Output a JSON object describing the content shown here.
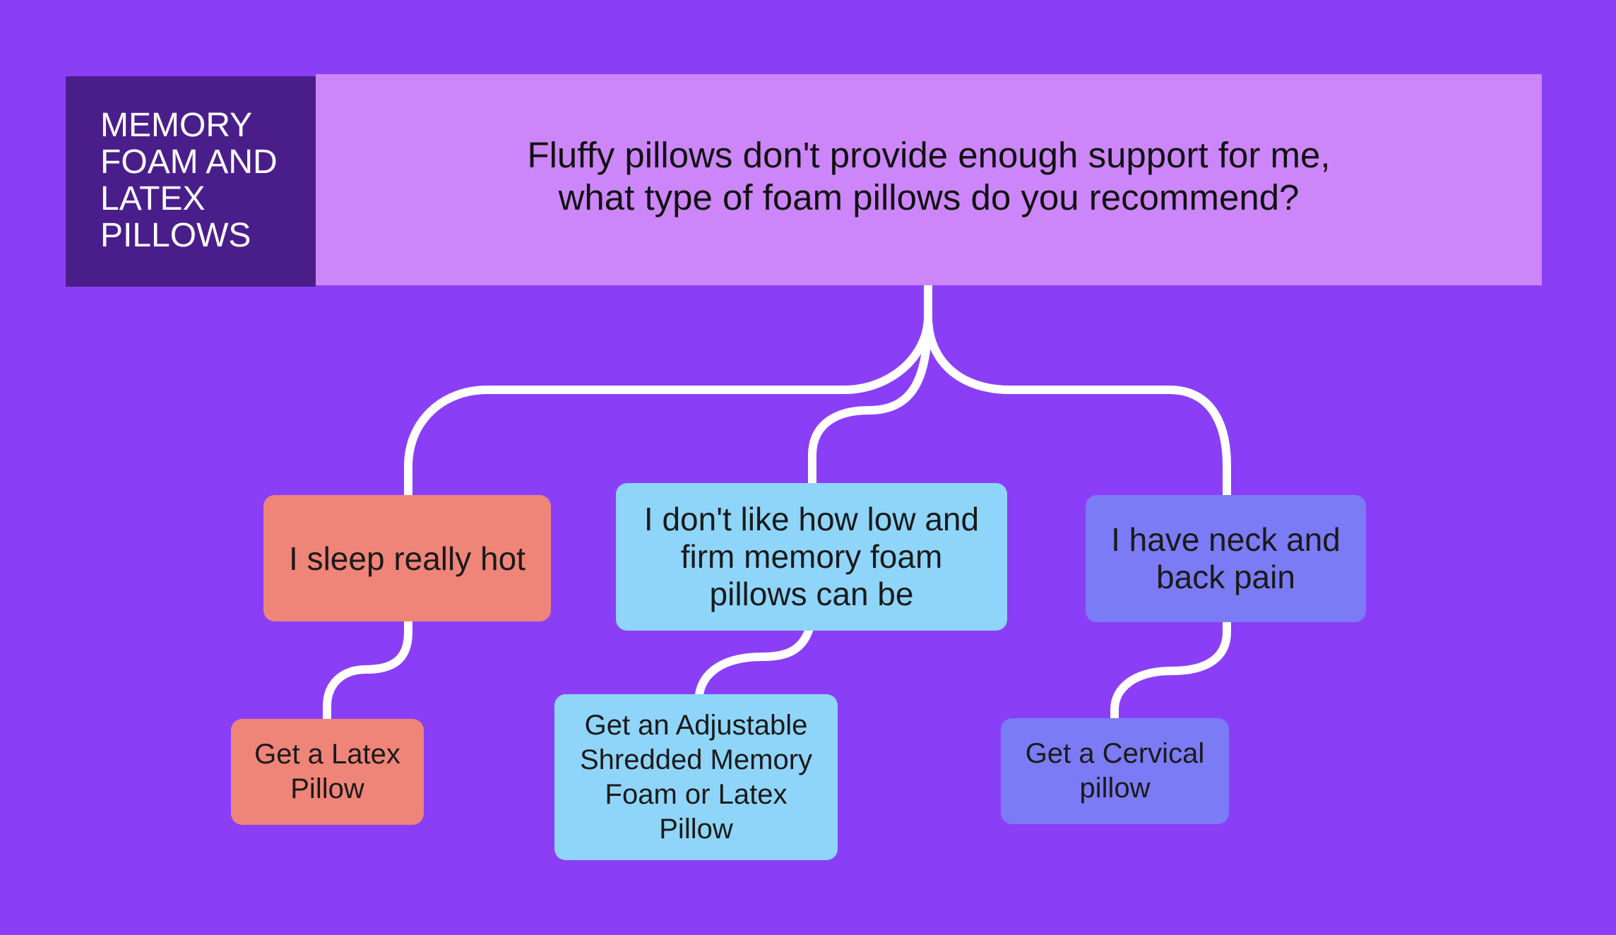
{
  "category": {
    "label": "MEMORY\nFOAM AND\nLATEX\nPILLOWS"
  },
  "question": {
    "text": "Fluffy pillows don't provide enough support for me,\nwhat type of foam pillows do you recommend?"
  },
  "answers": [
    {
      "label": "I sleep really hot",
      "color": "#EF8479",
      "recommendation": "Get a Latex\nPillow"
    },
    {
      "label": "I don't like how low and\nfirm memory foam\npillows can be",
      "color": "#8FD5FA",
      "recommendation": "Get an Adjustable\nShredded Memory\nFoam or Latex\nPillow"
    },
    {
      "label": "I have neck and\nback pain",
      "color": "#7B7BF5",
      "recommendation": "Get a Cervical\npillow"
    }
  ],
  "colors": {
    "background": "#8A3FF7",
    "category_box": "#4A1E8A",
    "question_box": "#CC86F9",
    "connector": "#FFFFFF"
  }
}
